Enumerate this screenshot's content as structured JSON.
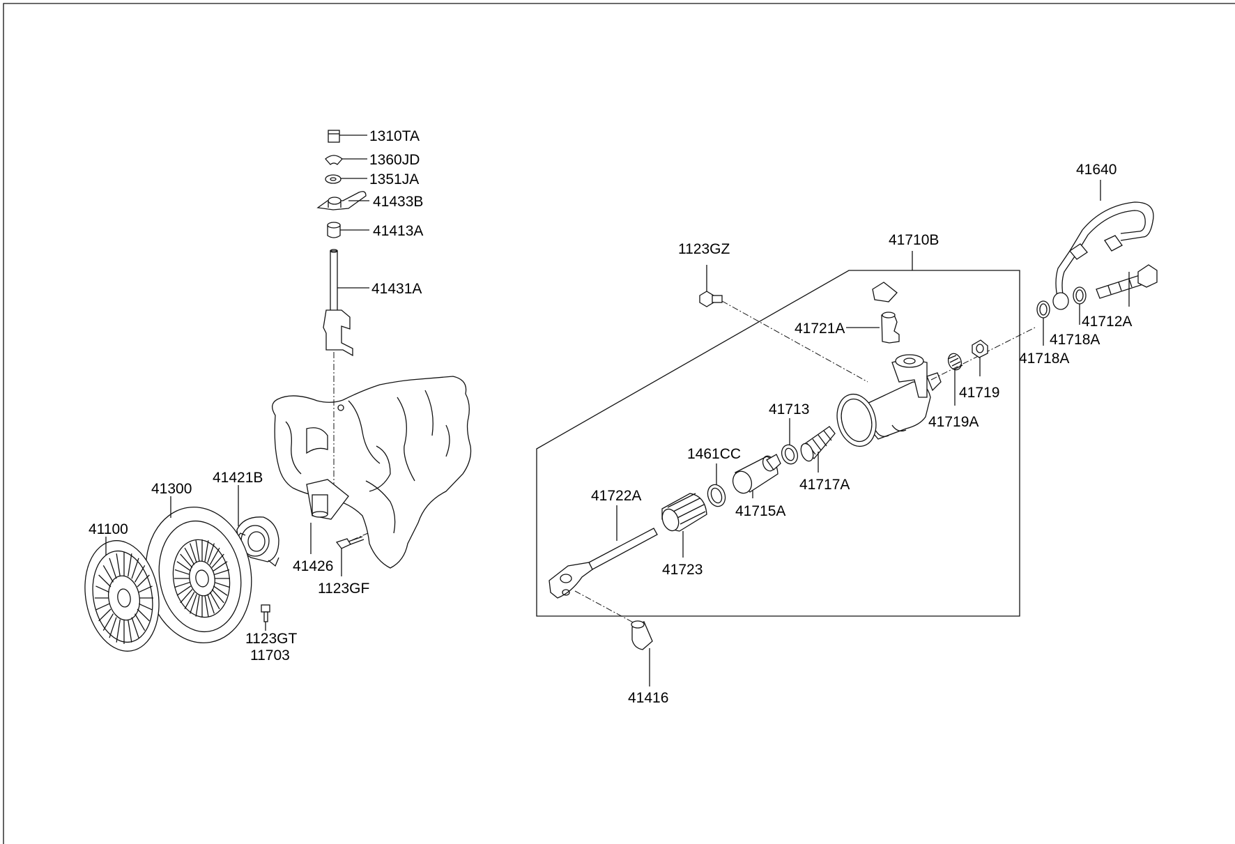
{
  "parts": [
    {
      "id": "p1310TA",
      "label": "1310TA"
    },
    {
      "id": "p1360JD",
      "label": "1360JD"
    },
    {
      "id": "p1351JA",
      "label": "1351JA"
    },
    {
      "id": "p41433B",
      "label": "41433B"
    },
    {
      "id": "p41413A",
      "label": "41413A"
    },
    {
      "id": "p41431A",
      "label": "41431A"
    },
    {
      "id": "p41421B",
      "label": "41421B"
    },
    {
      "id": "p41300",
      "label": "41300"
    },
    {
      "id": "p41100",
      "label": "41100"
    },
    {
      "id": "p41426",
      "label": "41426"
    },
    {
      "id": "p1123GF",
      "label": "1123GF"
    },
    {
      "id": "p1123GT",
      "label": "1123GT"
    },
    {
      "id": "p11703",
      "label": "11703"
    },
    {
      "id": "p1123GZ",
      "label": "1123GZ"
    },
    {
      "id": "p41710B",
      "label": "41710B"
    },
    {
      "id": "p41721A",
      "label": "41721A"
    },
    {
      "id": "p41640",
      "label": "41640"
    },
    {
      "id": "p41712A",
      "label": "41712A"
    },
    {
      "id": "p41718A_1",
      "label": "41718A"
    },
    {
      "id": "p41718A_2",
      "label": "41718A"
    },
    {
      "id": "p41719",
      "label": "41719"
    },
    {
      "id": "p41719A",
      "label": "41719A"
    },
    {
      "id": "p41713",
      "label": "41713"
    },
    {
      "id": "p1461CC",
      "label": "1461CC"
    },
    {
      "id": "p41717A",
      "label": "41717A"
    },
    {
      "id": "p41715A",
      "label": "41715A"
    },
    {
      "id": "p41722A",
      "label": "41722A"
    },
    {
      "id": "p41723",
      "label": "41723"
    },
    {
      "id": "p41416",
      "label": "41416"
    }
  ]
}
